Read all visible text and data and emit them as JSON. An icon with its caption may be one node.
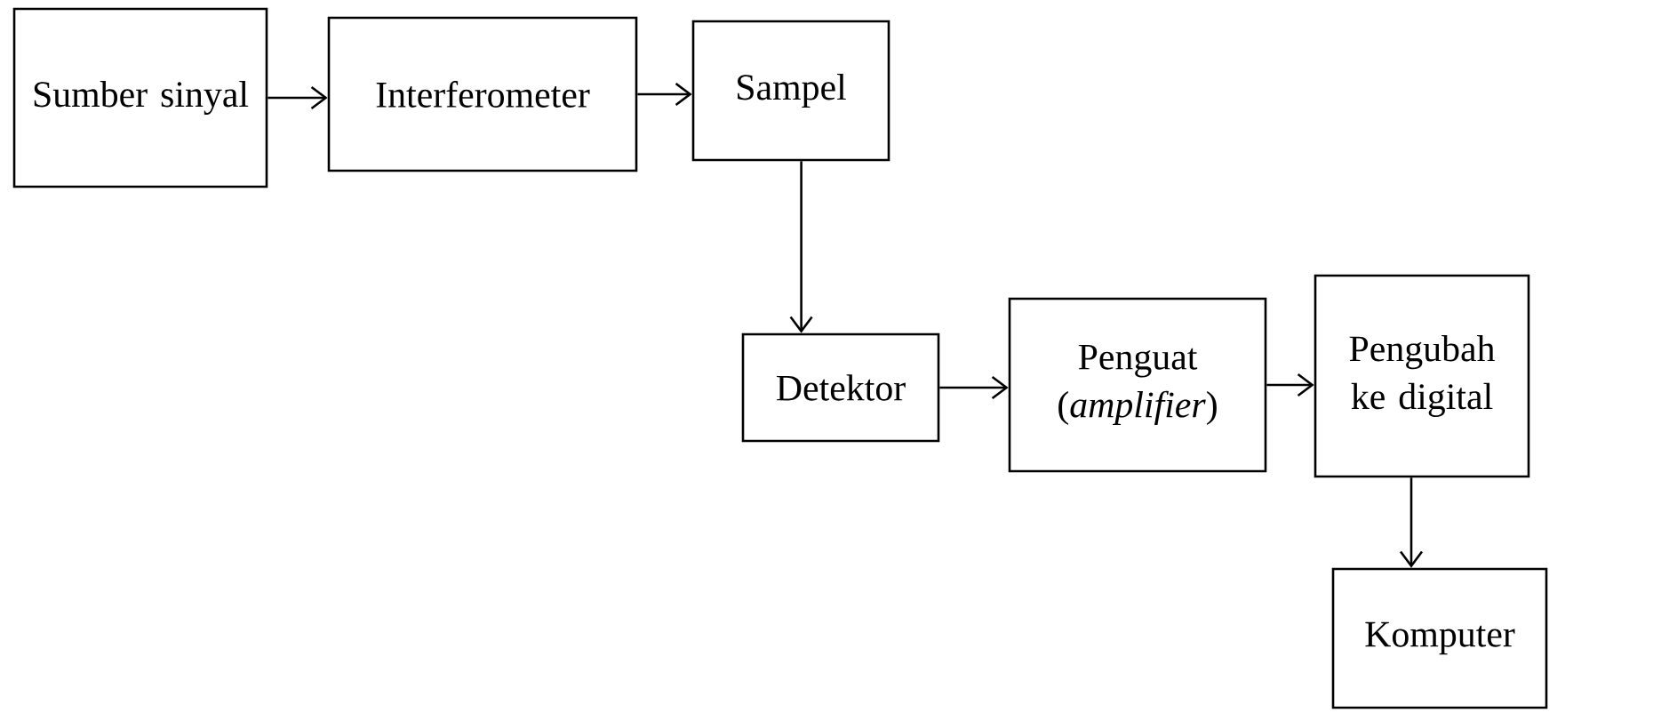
{
  "diagram": {
    "nodes": [
      {
        "text": [
          "Sumber sinyal"
        ]
      },
      {
        "text": [
          "Interferometer"
        ]
      },
      {
        "text": [
          "Sampel"
        ]
      },
      {
        "text": [
          "Detektor"
        ]
      },
      {
        "text": [
          "Penguat (*amplifier*)"
        ]
      },
      {
        "text": [
          "Pengubah ke digital"
        ]
      },
      {
        "text": [
          "Komputer"
        ]
      }
    ],
    "edges": [
      {
        "from": 0,
        "to": 1,
        "arrow": "to"
      },
      {
        "from": 1,
        "to": 2,
        "arrow": "to"
      },
      {
        "from": 2,
        "to": 3,
        "arrow": "to"
      },
      {
        "from": 3,
        "to": 4,
        "arrow": "to"
      },
      {
        "from": 4,
        "to": 5,
        "arrow": "to"
      },
      {
        "from": 5,
        "to": 6,
        "arrow": "to"
      }
    ]
  }
}
